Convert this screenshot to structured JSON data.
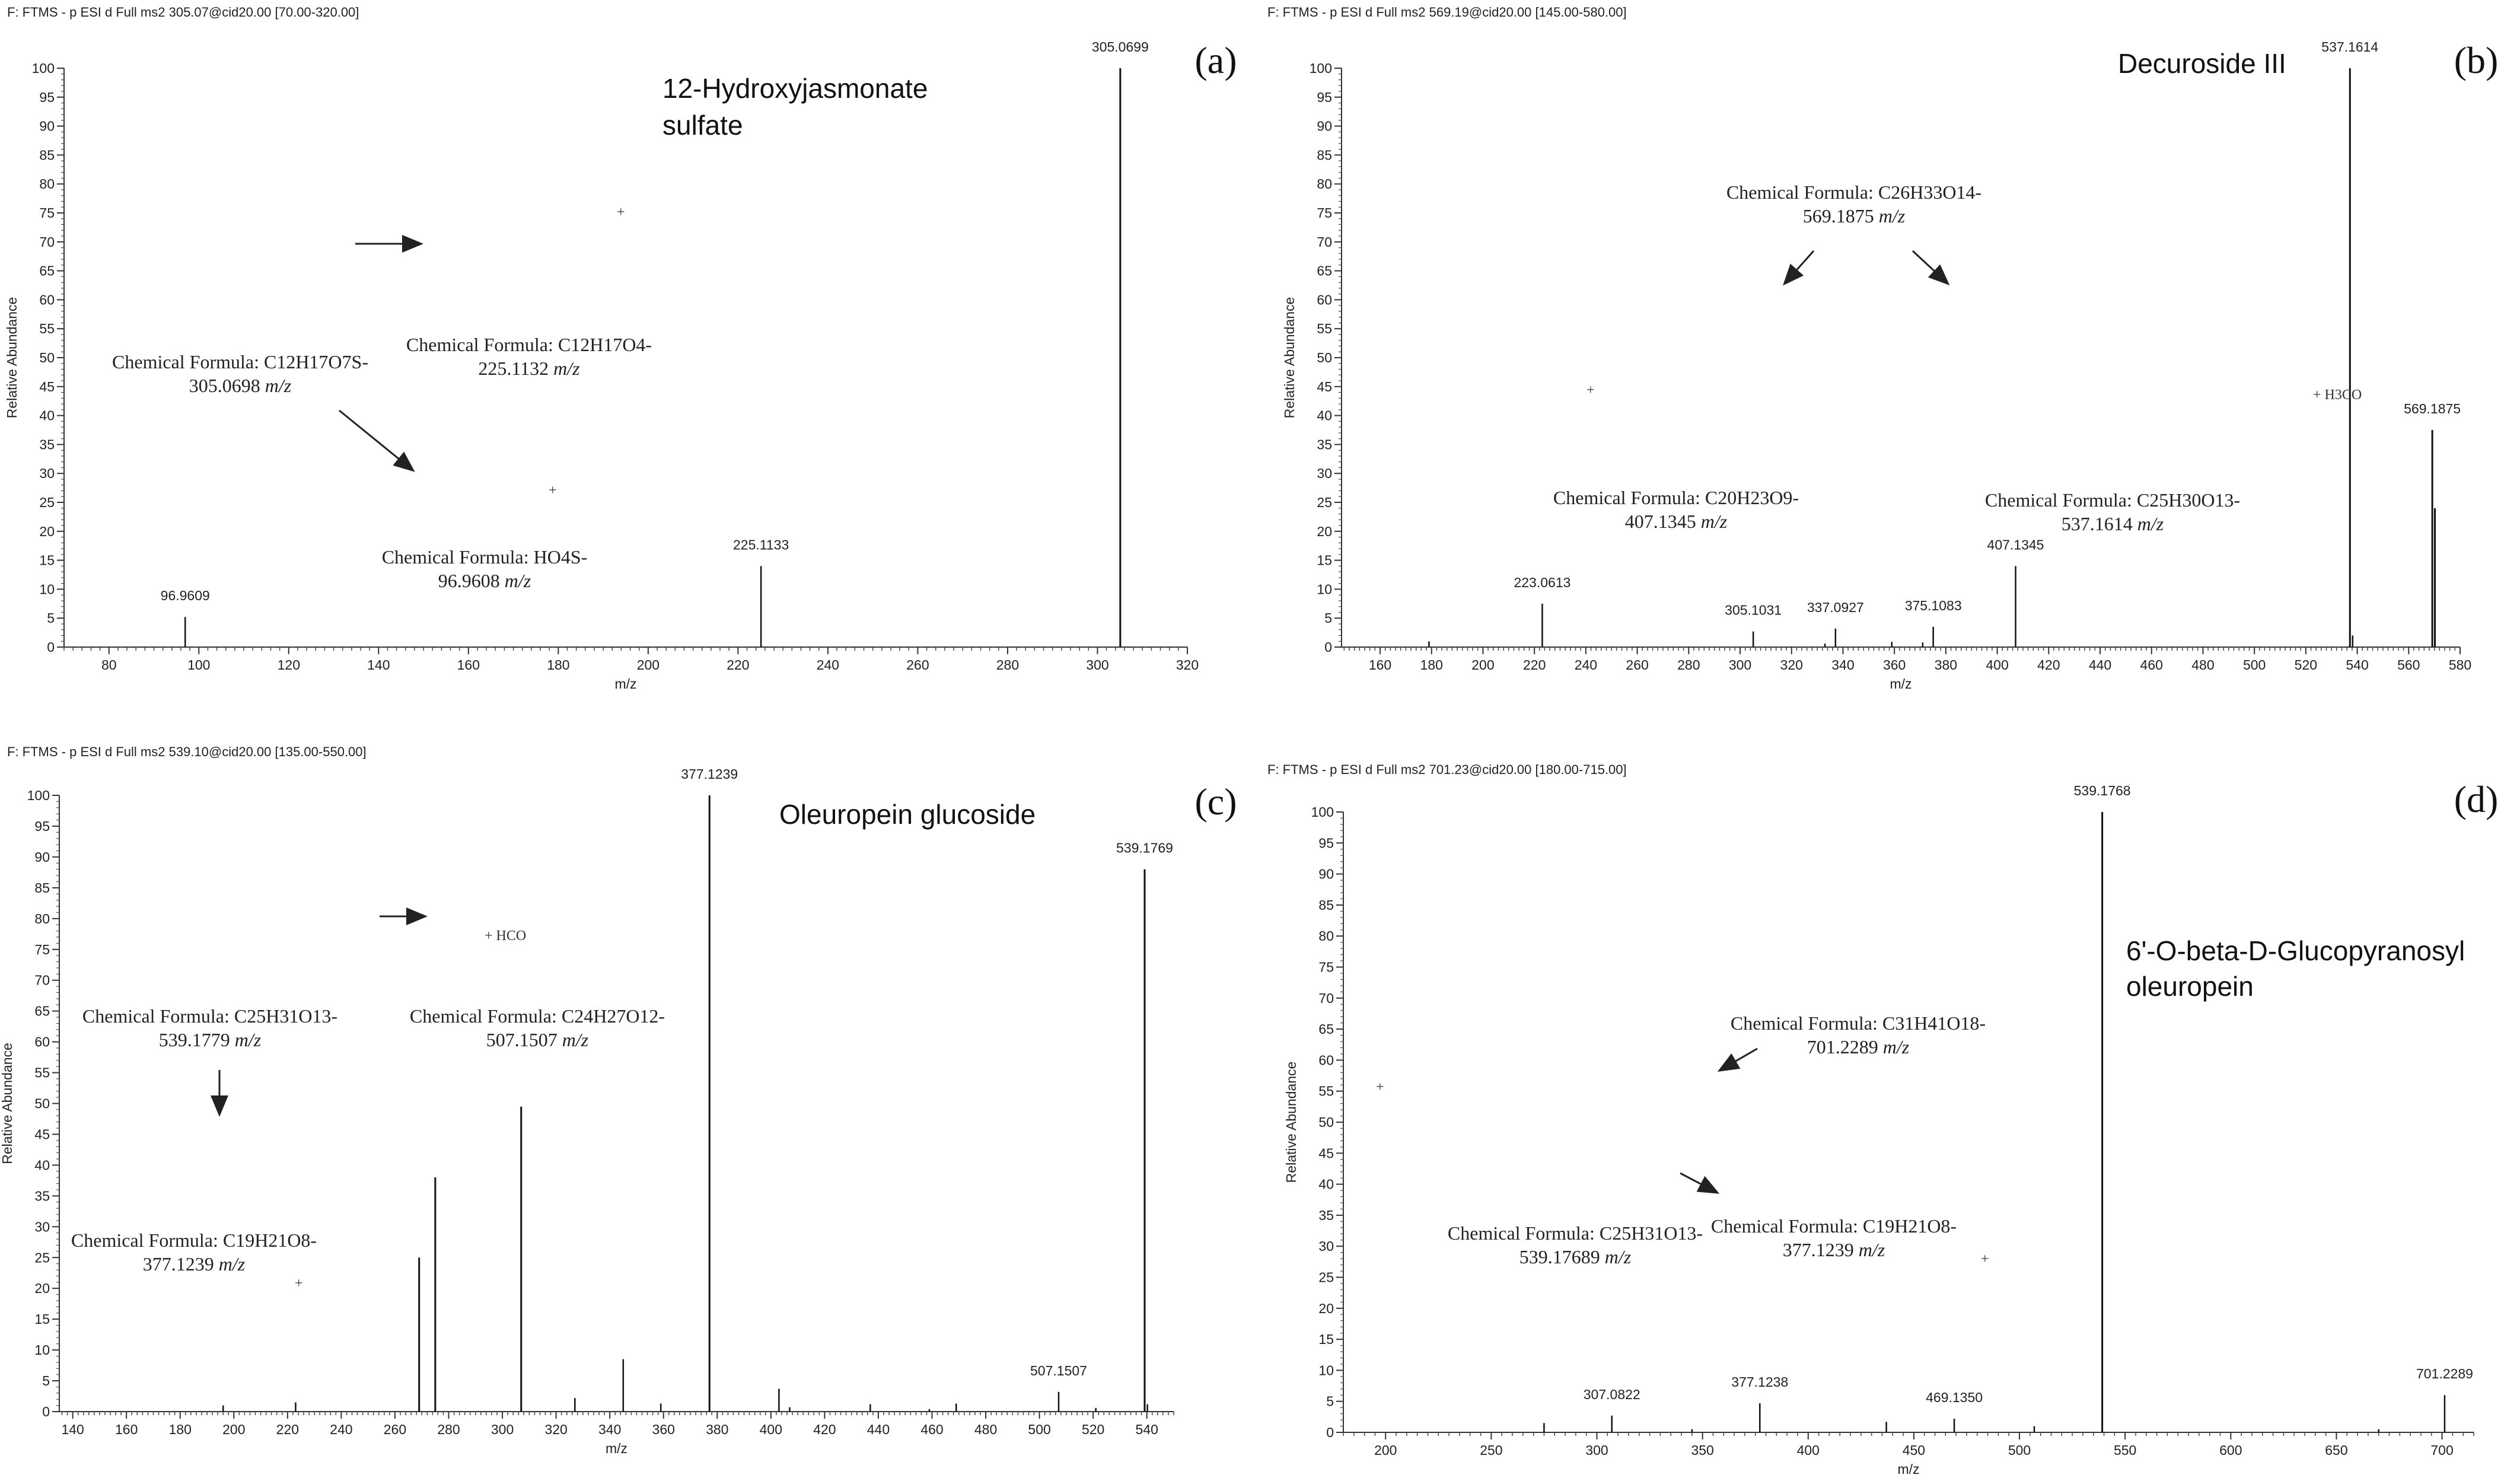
{
  "chart_data": [
    {
      "type": "bar",
      "panel_letter": "(a)",
      "header": "F: FTMS - p ESI d Full ms2 305.07@cid20.00 [70.00-320.00]",
      "compound_name": [
        "12-Hydroxyjasmonate",
        "sulfate"
      ],
      "xlabel": "m/z",
      "ylabel": "Relative Abundance",
      "xlim": [
        70,
        320
      ],
      "ylim": [
        0,
        100
      ],
      "xticks": [
        80,
        100,
        120,
        140,
        160,
        180,
        200,
        220,
        240,
        260,
        280,
        300,
        320
      ],
      "yticks": [
        0,
        5,
        10,
        15,
        20,
        25,
        30,
        35,
        40,
        45,
        50,
        55,
        60,
        65,
        70,
        75,
        80,
        85,
        90,
        95,
        100
      ],
      "peaks": [
        {
          "mz": 96.9609,
          "intensity": 5.2,
          "label": "96.9609"
        },
        {
          "mz": 225.1133,
          "intensity": 14,
          "label": "225.1133"
        },
        {
          "mz": 305.0699,
          "intensity": 100,
          "label": "305.0699"
        }
      ],
      "annotations": [
        {
          "formula": "Chemical Formula: C12H17O7S-",
          "mass": "305.0698",
          "unit": "m/z"
        },
        {
          "formula": "Chemical Formula: C12H17O4-",
          "mass": "225.1132",
          "unit": "m/z"
        },
        {
          "formula": "Chemical Formula: HO4S-",
          "mass": "96.9608",
          "unit": "m/z"
        }
      ],
      "extra_text": [
        "+",
        "+"
      ]
    },
    {
      "type": "bar",
      "panel_letter": "(b)",
      "header": "F: FTMS - p ESI d Full ms2 569.19@cid20.00 [145.00-580.00]",
      "compound_name": [
        "Decuroside III"
      ],
      "xlabel": "m/z",
      "ylabel": "Relative Abundance",
      "xlim": [
        145,
        580
      ],
      "ylim": [
        0,
        100
      ],
      "xticks": [
        160,
        180,
        200,
        220,
        240,
        260,
        280,
        300,
        320,
        340,
        360,
        380,
        400,
        420,
        440,
        460,
        480,
        500,
        520,
        540,
        560,
        580
      ],
      "yticks": [
        0,
        5,
        10,
        15,
        20,
        25,
        30,
        35,
        40,
        45,
        50,
        55,
        60,
        65,
        70,
        75,
        80,
        85,
        90,
        95,
        100
      ],
      "peaks": [
        {
          "mz": 179,
          "intensity": 1
        },
        {
          "mz": 223.0613,
          "intensity": 7.5,
          "label": "223.0613"
        },
        {
          "mz": 305.1031,
          "intensity": 2.7,
          "label": "305.1031"
        },
        {
          "mz": 333,
          "intensity": 0.6
        },
        {
          "mz": 337.0927,
          "intensity": 3.2,
          "label": "337.0927"
        },
        {
          "mz": 359,
          "intensity": 0.9
        },
        {
          "mz": 371,
          "intensity": 0.8
        },
        {
          "mz": 375.1083,
          "intensity": 3.5,
          "label": "375.1083"
        },
        {
          "mz": 407.1345,
          "intensity": 14,
          "label": "407.1345"
        },
        {
          "mz": 537.1614,
          "intensity": 100,
          "label": "537.1614"
        },
        {
          "mz": 538.2,
          "intensity": 2
        },
        {
          "mz": 569.1875,
          "intensity": 37.5,
          "label": "569.1875"
        },
        {
          "mz": 570.2,
          "intensity": 24
        }
      ],
      "annotations": [
        {
          "formula": "Chemical Formula: C26H33O14-",
          "mass": "569.1875",
          "unit": "m/z"
        },
        {
          "formula": "Chemical Formula: C20H23O9-",
          "mass": "407.1345",
          "unit": "m/z"
        },
        {
          "formula": "Chemical Formula: C25H30O13-",
          "mass": "537.1614",
          "unit": "m/z"
        }
      ],
      "extra_text": [
        "+ H3CO",
        "+"
      ]
    },
    {
      "type": "bar",
      "panel_letter": "(c)",
      "header": "F: FTMS - p ESI d Full ms2 539.10@cid20.00 [135.00-550.00]",
      "compound_name": [
        "Oleuropein glucoside"
      ],
      "xlabel": "m/z",
      "ylabel": "Relative Abundance",
      "xlim": [
        135,
        550
      ],
      "ylim": [
        0,
        100
      ],
      "xticks": [
        140,
        160,
        180,
        200,
        220,
        240,
        260,
        280,
        300,
        320,
        340,
        360,
        380,
        400,
        420,
        440,
        460,
        480,
        500,
        520,
        540
      ],
      "yticks": [
        0,
        5,
        10,
        15,
        20,
        25,
        30,
        35,
        40,
        45,
        50,
        55,
        60,
        65,
        70,
        75,
        80,
        85,
        90,
        95,
        100
      ],
      "peaks": [
        {
          "mz": 196,
          "intensity": 1
        },
        {
          "mz": 223,
          "intensity": 1.5
        },
        {
          "mz": 269,
          "intensity": 25
        },
        {
          "mz": 275,
          "intensity": 38
        },
        {
          "mz": 307,
          "intensity": 49.5
        },
        {
          "mz": 327,
          "intensity": 2.2
        },
        {
          "mz": 345,
          "intensity": 8.5
        },
        {
          "mz": 359,
          "intensity": 1.3
        },
        {
          "mz": 377.1239,
          "intensity": 100,
          "label": "377.1239"
        },
        {
          "mz": 403,
          "intensity": 3.7
        },
        {
          "mz": 407,
          "intensity": 0.7
        },
        {
          "mz": 437,
          "intensity": 1.2
        },
        {
          "mz": 459,
          "intensity": 0.4
        },
        {
          "mz": 469,
          "intensity": 1.3
        },
        {
          "mz": 507.1507,
          "intensity": 3.2,
          "label": "507.1507"
        },
        {
          "mz": 521,
          "intensity": 0.6
        },
        {
          "mz": 539.1769,
          "intensity": 88,
          "label": "539.1769"
        },
        {
          "mz": 540.2,
          "intensity": 1.2
        }
      ],
      "annotations": [
        {
          "formula": "Chemical Formula: C25H31O13-",
          "mass": "539.1779",
          "unit": "m/z"
        },
        {
          "formula": "Chemical Formula: C24H27O12-",
          "mass": "507.1507",
          "unit": "m/z"
        },
        {
          "formula": "Chemical Formula: C19H21O8-",
          "mass": "377.1239",
          "unit": "m/z"
        }
      ],
      "extra_text": [
        "+ HCO",
        "+"
      ]
    },
    {
      "type": "bar",
      "panel_letter": "(d)",
      "header": "F: FTMS - p ESI d Full ms2 701.23@cid20.00 [180.00-715.00]",
      "compound_name": [
        "6'-O-beta-D-Glucopyranosyl",
        "oleuropein"
      ],
      "xlabel": "m/z",
      "ylabel": "Relative Abundance",
      "xlim": [
        180,
        715
      ],
      "ylim": [
        0,
        100
      ],
      "xticks": [
        200,
        250,
        300,
        350,
        400,
        450,
        500,
        550,
        600,
        650,
        700
      ],
      "yticks": [
        0,
        5,
        10,
        15,
        20,
        25,
        30,
        35,
        40,
        45,
        50,
        55,
        60,
        65,
        70,
        75,
        80,
        85,
        90,
        95,
        100
      ],
      "peaks": [
        {
          "mz": 275,
          "intensity": 1.5
        },
        {
          "mz": 307.0822,
          "intensity": 2.7,
          "label": "307.0822"
        },
        {
          "mz": 345,
          "intensity": 0.5
        },
        {
          "mz": 377.1238,
          "intensity": 4.7,
          "label": "377.1238"
        },
        {
          "mz": 437,
          "intensity": 1.7
        },
        {
          "mz": 469.135,
          "intensity": 2.2,
          "label": "469.1350"
        },
        {
          "mz": 507,
          "intensity": 1
        },
        {
          "mz": 539.1768,
          "intensity": 100,
          "label": "539.1768"
        },
        {
          "mz": 670,
          "intensity": 0.5
        },
        {
          "mz": 701.2289,
          "intensity": 6,
          "label": "701.2289"
        }
      ],
      "annotations": [
        {
          "formula": "Chemical Formula: C31H41O18-",
          "mass": "701.2289",
          "unit": "m/z"
        },
        {
          "formula": "Chemical Formula: C25H31O13-",
          "mass": "539.17689",
          "unit": "m/z"
        },
        {
          "formula": "Chemical Formula: C19H21O8-",
          "mass": "377.1239",
          "unit": "m/z"
        }
      ],
      "extra_text": [
        "+",
        "+"
      ]
    }
  ]
}
